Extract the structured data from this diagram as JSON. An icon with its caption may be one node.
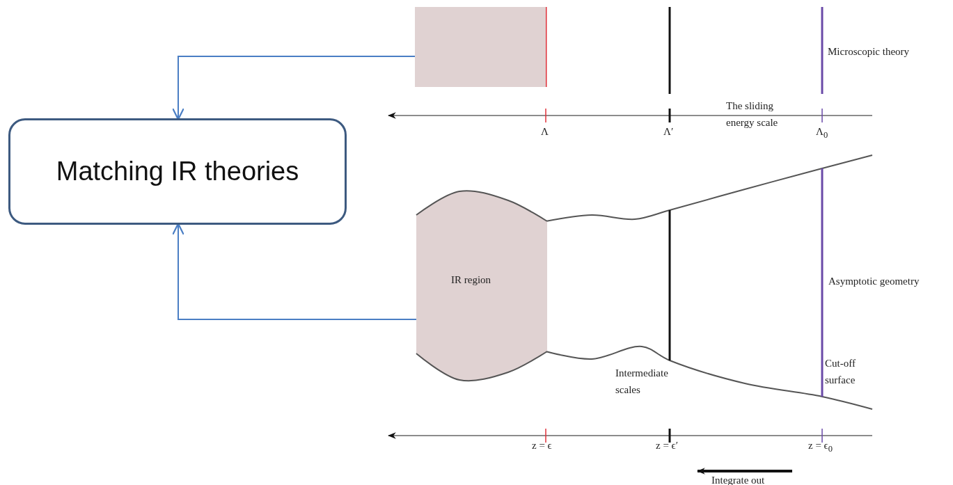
{
  "diagram": {
    "nodes": [
      {
        "text": [
          "Matching IR theories"
        ]
      },
      {
        "text": [],
        "shape": "box"
      },
      {
        "text": [
          "IR region"
        ]
      }
    ],
    "edges": [
      {
        "from": 1,
        "to": 0,
        "arrow": "to"
      },
      {
        "from": 2,
        "to": 0,
        "arrow": "to"
      }
    ],
    "labels": [
      "Microscopic theory",
      "The sliding energy scale",
      "Λ",
      "Λ′",
      "Λ$_{0}$",
      "Asymptotic geometry",
      "Intermediate scales",
      "Cut-off surface",
      "z = ϵ",
      "z = ϵ′",
      "z = ϵ$_{0}$",
      "Integrate out"
    ]
  }
}
